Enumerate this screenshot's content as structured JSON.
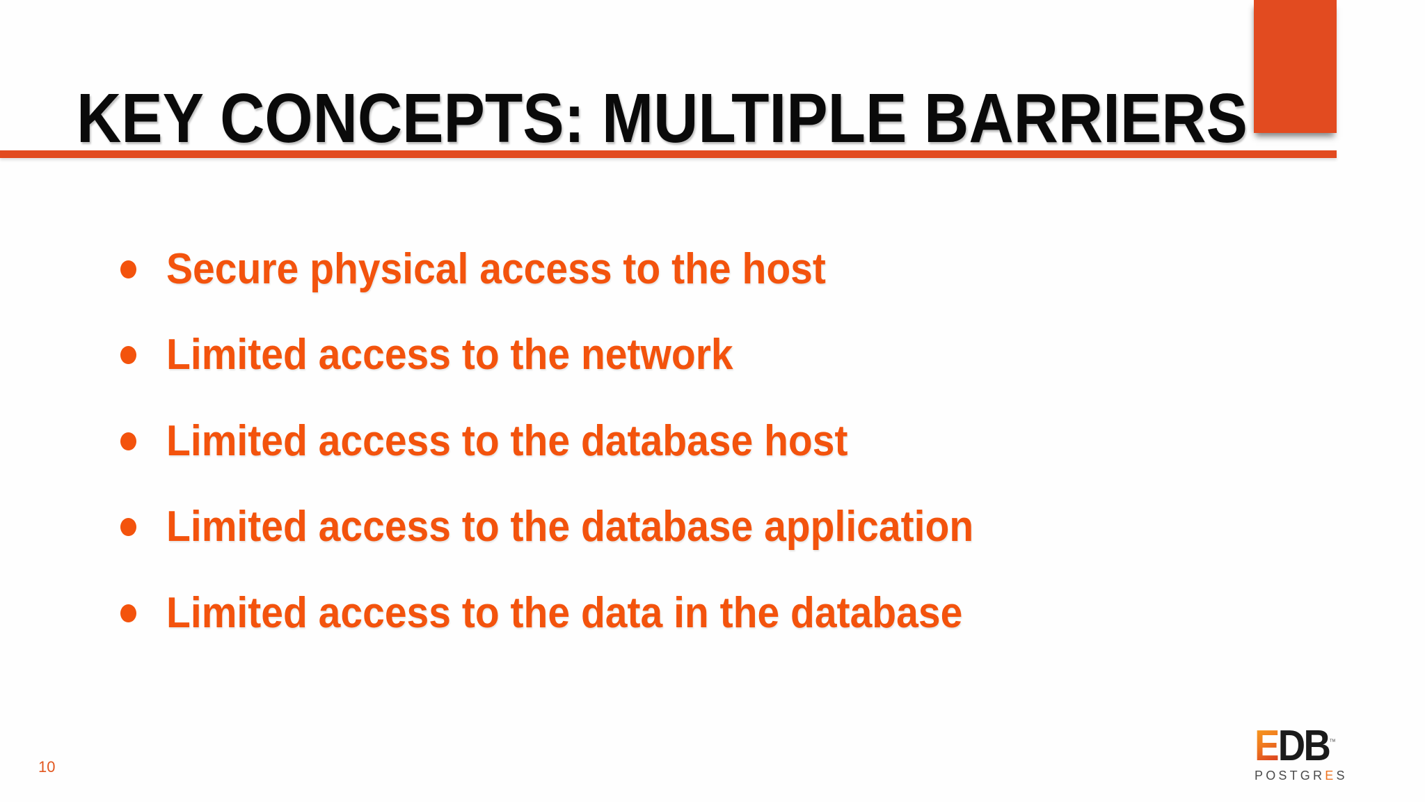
{
  "slide": {
    "title": "KEY CONCEPTS: MULTIPLE BARRIERS",
    "page_number": "10",
    "bullets": [
      "Secure physical access to the host",
      "Limited access to the network",
      "Limited access to the database host",
      "Limited access to the database application",
      "Limited access to the data in the database"
    ],
    "colors": {
      "accent_orange": "#e24b20",
      "bullet_orange": "#f3530d",
      "title_black": "#0a0a0a",
      "page_number_orange": "#e2571f"
    }
  },
  "logo": {
    "edb_e": "E",
    "edb_db": "DB",
    "trademark": "™",
    "postgres_pre": "POSTGR",
    "postgres_e": "E",
    "postgres_s": "S"
  }
}
